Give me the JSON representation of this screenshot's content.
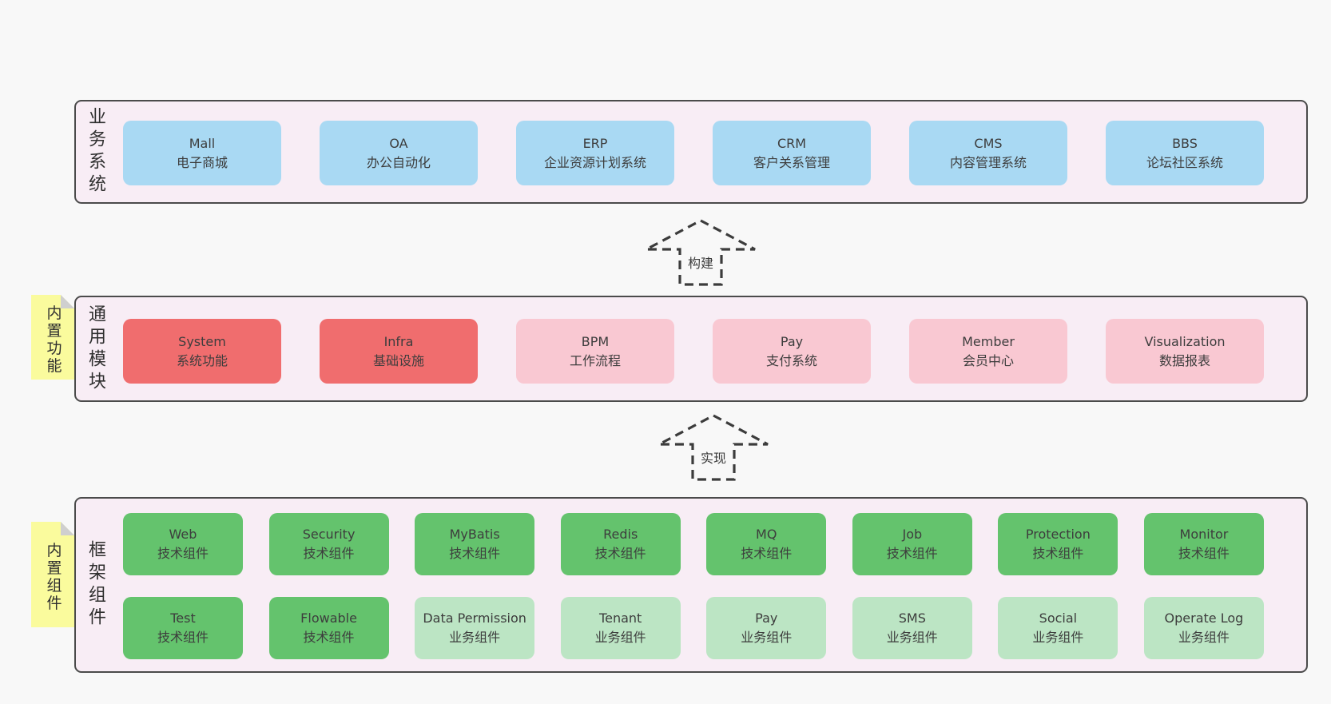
{
  "layers": {
    "business": {
      "label": "业务系统",
      "boxes": [
        {
          "title": "Mall",
          "subtitle": "电子商城"
        },
        {
          "title": "OA",
          "subtitle": "办公自动化"
        },
        {
          "title": "ERP",
          "subtitle": "企业资源计划系统"
        },
        {
          "title": "CRM",
          "subtitle": "客户关系管理"
        },
        {
          "title": "CMS",
          "subtitle": "内容管理系统"
        },
        {
          "title": "BBS",
          "subtitle": "论坛社区系统"
        }
      ]
    },
    "common": {
      "label": "通用模块",
      "sticky": "内置功能",
      "boxes": [
        {
          "title": "System",
          "subtitle": "系统功能",
          "variant": "red"
        },
        {
          "title": "Infra",
          "subtitle": "基础设施",
          "variant": "red"
        },
        {
          "title": "BPM",
          "subtitle": "工作流程",
          "variant": "pink"
        },
        {
          "title": "Pay",
          "subtitle": "支付系统",
          "variant": "pink"
        },
        {
          "title": "Member",
          "subtitle": "会员中心",
          "variant": "pink"
        },
        {
          "title": "Visualization",
          "subtitle": "数据报表",
          "variant": "pink"
        }
      ]
    },
    "framework": {
      "label": "框架组件",
      "sticky": "内置组件",
      "row1": [
        {
          "title": "Web",
          "subtitle": "技术组件",
          "variant": "green"
        },
        {
          "title": "Security",
          "subtitle": "技术组件",
          "variant": "green"
        },
        {
          "title": "MyBatis",
          "subtitle": "技术组件",
          "variant": "green"
        },
        {
          "title": "Redis",
          "subtitle": "技术组件",
          "variant": "green"
        },
        {
          "title": "MQ",
          "subtitle": "技术组件",
          "variant": "green"
        },
        {
          "title": "Job",
          "subtitle": "技术组件",
          "variant": "green"
        },
        {
          "title": "Protection",
          "subtitle": "技术组件",
          "variant": "green"
        },
        {
          "title": "Monitor",
          "subtitle": "技术组件",
          "variant": "green"
        }
      ],
      "row2": [
        {
          "title": "Test",
          "subtitle": "技术组件",
          "variant": "green"
        },
        {
          "title": "Flowable",
          "subtitle": "技术组件",
          "variant": "green"
        },
        {
          "title": "Data Permission",
          "subtitle": "业务组件",
          "variant": "lightgreen"
        },
        {
          "title": "Tenant",
          "subtitle": "业务组件",
          "variant": "lightgreen"
        },
        {
          "title": "Pay",
          "subtitle": "业务组件",
          "variant": "lightgreen"
        },
        {
          "title": "SMS",
          "subtitle": "业务组件",
          "variant": "lightgreen"
        },
        {
          "title": "Social",
          "subtitle": "业务组件",
          "variant": "lightgreen"
        },
        {
          "title": "Operate Log",
          "subtitle": "业务组件",
          "variant": "lightgreen"
        }
      ]
    }
  },
  "arrows": {
    "build": "构建",
    "implement": "实现"
  },
  "colors": {
    "page_bg": "#f8f8f8",
    "container_bg": "#f8edf5",
    "container_border": "#4b4b4b",
    "blue_box": "#a9d9f3",
    "red_box": "#f06d6e",
    "pink_box": "#f9c8d2",
    "green_box": "#64c36d",
    "light_green_box": "#bce5c4",
    "sticky_yellow": "#fafb9d",
    "sticky_fold_gray": "#cfcfcf",
    "arrow_dash": "#3c3c3c",
    "text": "#3d3d3d"
  }
}
